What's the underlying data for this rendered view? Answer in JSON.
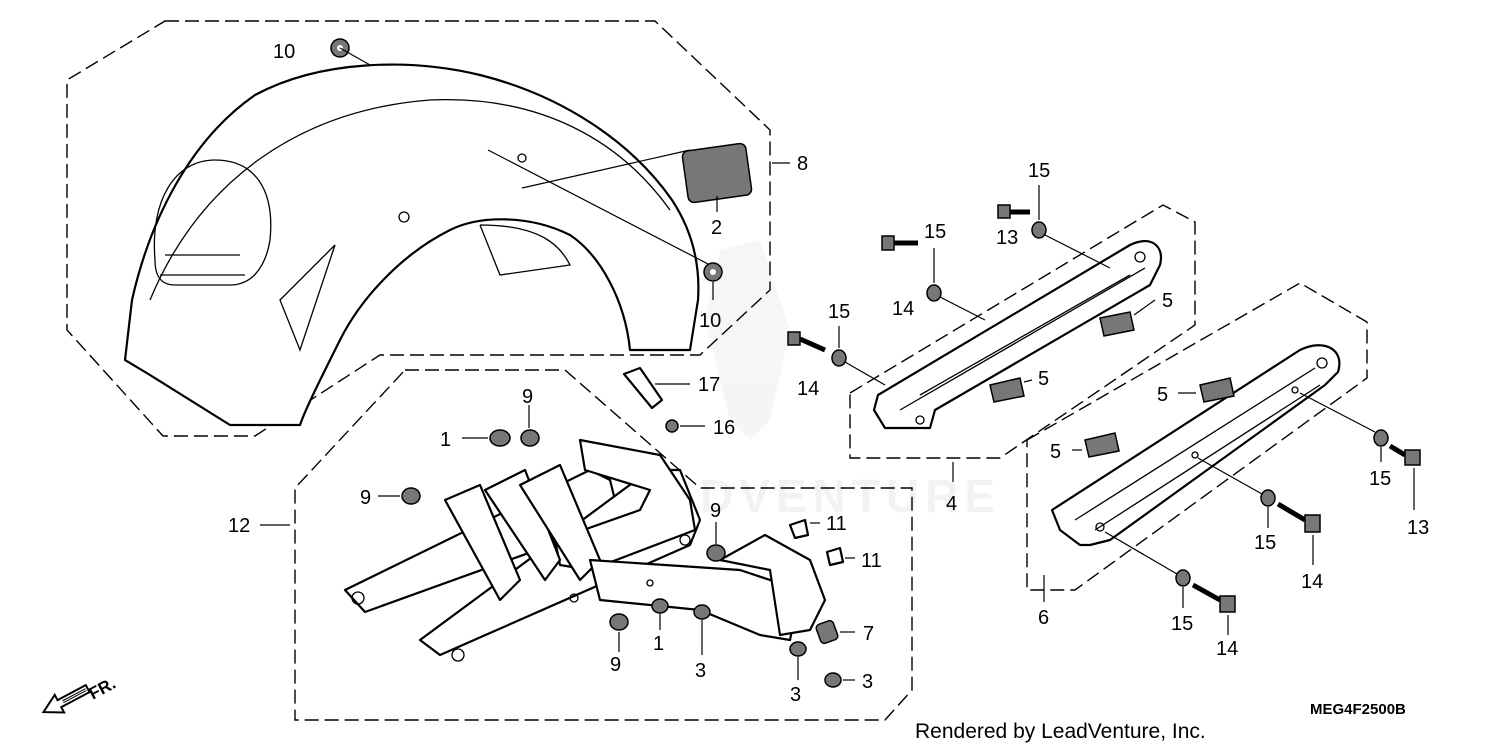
{
  "watermark": "LEADVENTURE",
  "direction_label": "FR.",
  "diagram_code": "MEG4F2500B",
  "rendered_by": "Rendered by LeadVenture, Inc.",
  "callouts": {
    "c10a": "10",
    "c8": "8",
    "c2": "2",
    "c10b": "10",
    "c17": "17",
    "c16": "16",
    "c1a": "1",
    "c9a": "9",
    "c9b": "9",
    "c12": "12",
    "c9c": "9",
    "c11a": "11",
    "c11b": "11",
    "c7": "7",
    "c9d": "9",
    "c1b": "1",
    "c3a": "3",
    "c3b": "3",
    "c3c": "3",
    "c15a": "15",
    "c13a": "13",
    "c15b": "15",
    "c14a": "14",
    "c15c": "15",
    "c14b": "14",
    "c5a": "5",
    "c5b": "5",
    "c4": "4",
    "c5c": "5",
    "c5d": "5",
    "c15d": "15",
    "c13b": "13",
    "c15e": "15",
    "c14c": "14",
    "c15f": "15",
    "c14d": "14",
    "c6": "6"
  }
}
